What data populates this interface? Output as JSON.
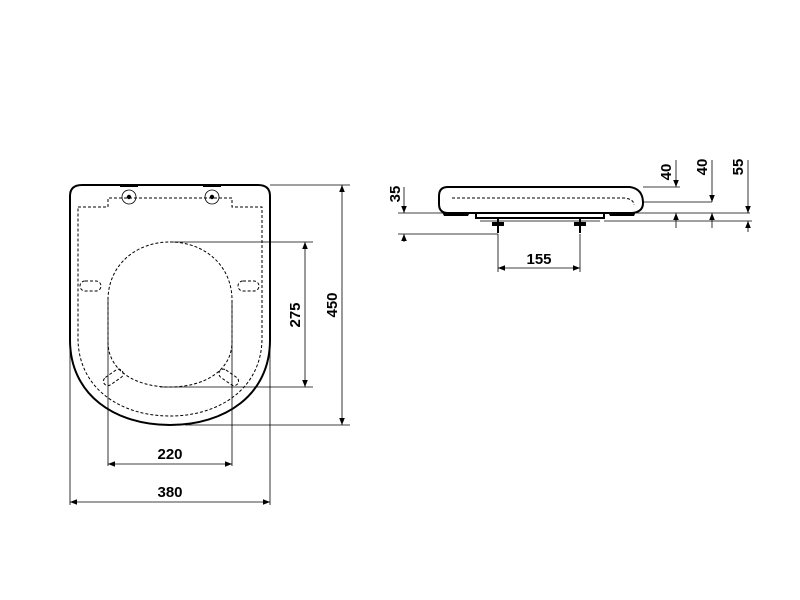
{
  "dimensions": {
    "width_total": "380",
    "inner_width": "220",
    "length_total": "450",
    "inner_length": "275",
    "hinge_spacing": "155",
    "seat_height": "35",
    "side_height_a": "40",
    "side_height_b": "40",
    "side_height_c": "55"
  }
}
